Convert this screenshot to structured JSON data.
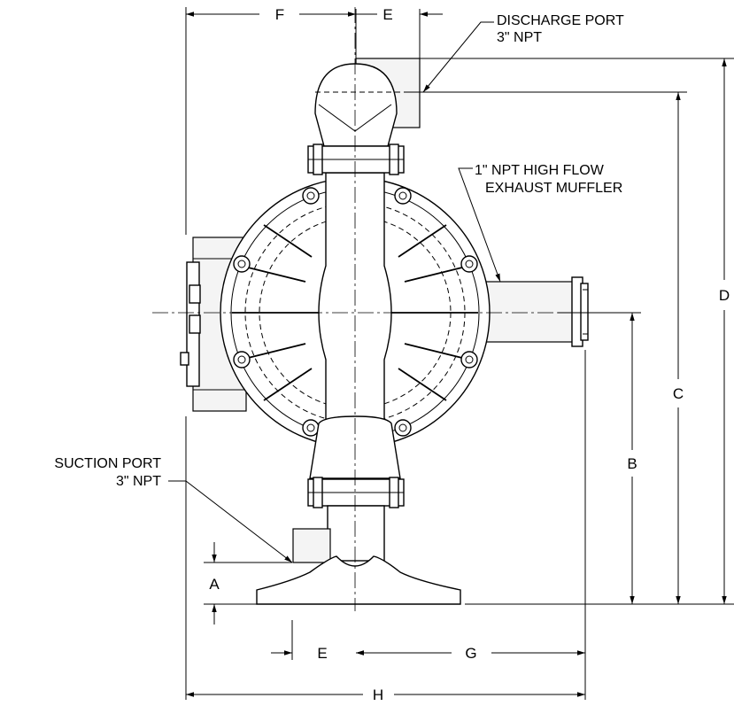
{
  "callouts": {
    "discharge_line1": "DISCHARGE PORT",
    "discharge_line2": "3\" NPT",
    "exhaust_line1": "1\" NPT HIGH FLOW",
    "exhaust_line2": "EXHAUST MUFFLER",
    "suction_line1": "SUCTION PORT",
    "suction_line2": "3\" NPT"
  },
  "dimensions": {
    "a": "A",
    "b": "B",
    "c": "C",
    "d": "D",
    "e_top": "E",
    "e_bottom": "E",
    "f": "F",
    "g": "G",
    "h": "H"
  }
}
